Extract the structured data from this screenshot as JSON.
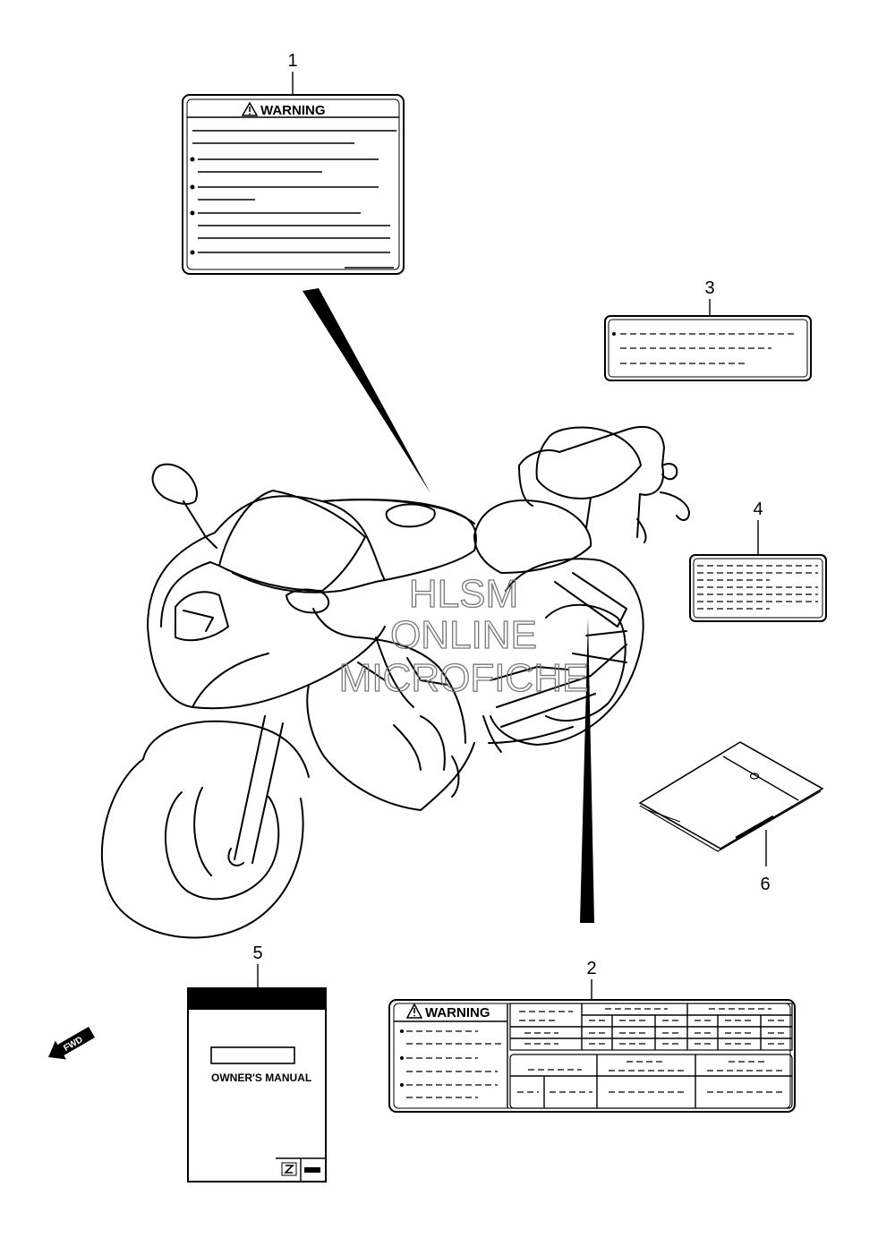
{
  "callouts": {
    "c1": "1",
    "c2": "2",
    "c3": "3",
    "c4": "4",
    "c5": "5",
    "c6": "6"
  },
  "labels": {
    "warning_label_1": "WARNING",
    "warning_label_2": "WARNING",
    "owners_manual": "OWNER'S MANUAL"
  },
  "arrow": {
    "text": "FWD"
  },
  "watermark": {
    "line1": "HLSM",
    "line2": "ONLINE",
    "line3": "MICROFICHE"
  },
  "icons": [
    "warning-triangle-icon",
    "brand-logo-icon",
    "forward-arrow-icon"
  ]
}
